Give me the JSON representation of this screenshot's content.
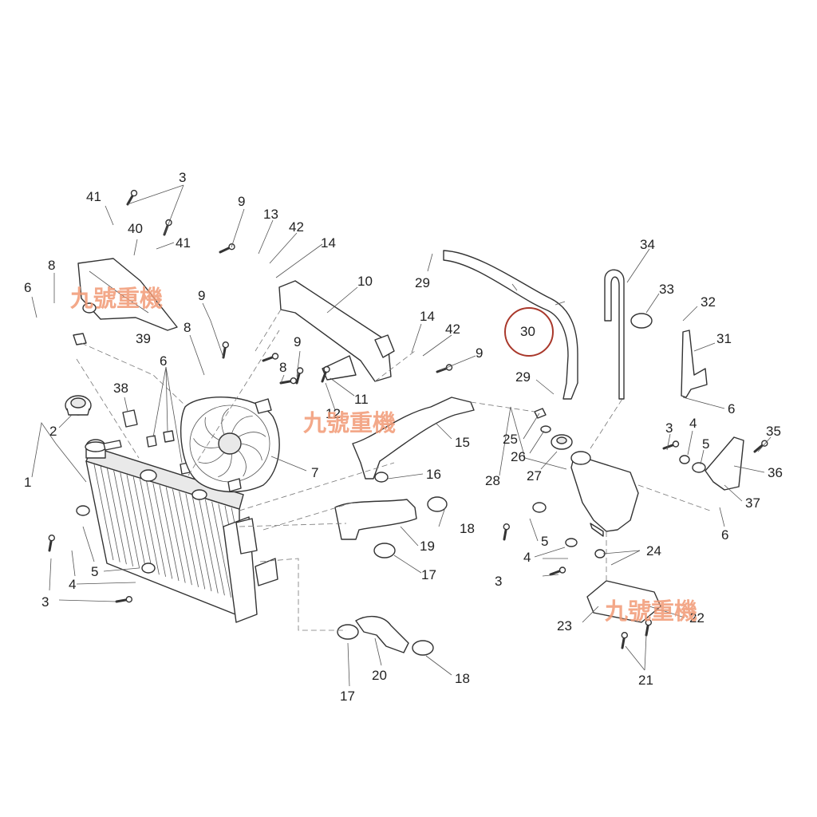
{
  "watermark": "九號重機",
  "highlight_color": "#a9382b",
  "highlighted_part": "30",
  "labels": {
    "l1": "1",
    "l2": "2",
    "l3a": "3",
    "l3b": "3",
    "l3c": "3",
    "l3d": "3",
    "l4a": "4",
    "l4b": "4",
    "l4c": "4",
    "l5a": "5",
    "l5b": "5",
    "l5c": "5",
    "l6a": "6",
    "l6b": "6",
    "l6c": "6",
    "l6d": "6",
    "l7": "7",
    "l8a": "8",
    "l8b": "8",
    "l8c": "8",
    "l9a": "9",
    "l9b": "9",
    "l9c": "9",
    "l9d": "9",
    "l10": "10",
    "l11": "11",
    "l12": "12",
    "l13": "13",
    "l14a": "14",
    "l14b": "14",
    "l15": "15",
    "l16": "16",
    "l17a": "17",
    "l17b": "17",
    "l18a": "18",
    "l18b": "18",
    "l19": "19",
    "l20": "20",
    "l21": "21",
    "l22": "22",
    "l23": "23",
    "l24": "24",
    "l25": "25",
    "l26": "26",
    "l27": "27",
    "l28": "28",
    "l29a": "29",
    "l29b": "29",
    "l30": "30",
    "l31": "31",
    "l32": "32",
    "l33": "33",
    "l34": "34",
    "l35": "35",
    "l36": "36",
    "l37": "37",
    "l38": "38",
    "l39": "39",
    "l40": "40",
    "l41a": "41",
    "l41b": "41",
    "l42a": "42",
    "l42b": "42"
  }
}
